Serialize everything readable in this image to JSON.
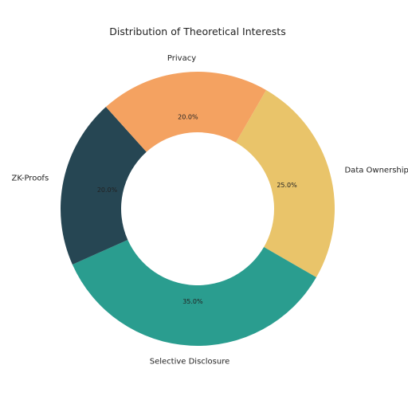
{
  "chart_data": {
    "type": "pie",
    "variant": "donut",
    "title": "Distribution of Theoretical Interests",
    "categories": [
      "Data Ownership",
      "Selective Disclosure",
      "ZK-Proofs",
      "Privacy"
    ],
    "values": [
      25.0,
      35.0,
      20.0,
      20.0
    ],
    "value_labels": [
      "25.0%",
      "35.0%",
      "20.0%",
      "20.0%"
    ],
    "colors": [
      "#e9c46a",
      "#2a9d8f",
      "#264653",
      "#f4a261"
    ],
    "start_angle_deg": 60,
    "direction": "clockwise",
    "legend": "none"
  }
}
